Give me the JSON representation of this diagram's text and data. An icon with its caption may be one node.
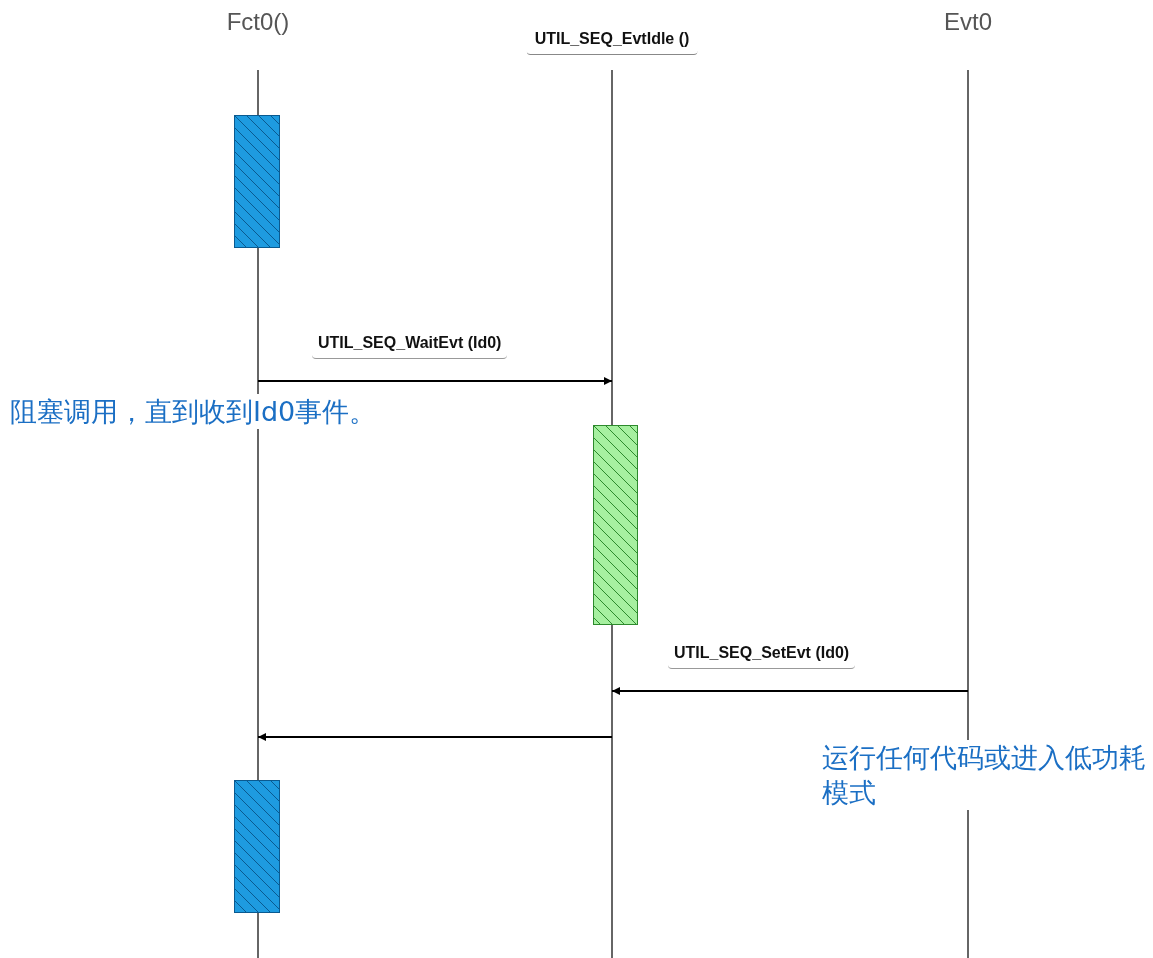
{
  "diagram": {
    "nodes": [
      {
        "text": [
          "Fct0()"
        ]
      },
      {
        "text": [
          "UTIL_SEQ_EvtIdle ()"
        ]
      },
      {
        "text": [
          "Evt0"
        ]
      },
      {
        "text": [],
        "shape": "bar"
      },
      {
        "text": [],
        "shape": "bar"
      },
      {
        "text": [],
        "shape": "bar"
      }
    ],
    "edges": [
      {
        "from": 0,
        "to": 1,
        "arrow": "to",
        "label": "UTIL_SEQ_WaitEvt (Id0)"
      },
      {
        "from": 2,
        "to": 1,
        "arrow": "to",
        "label": "UTIL_SEQ_SetEvt (Id0)"
      },
      {
        "from": 1,
        "to": 0,
        "arrow": "to"
      }
    ],
    "labels": [
      "阻塞调用，直到收到Id0事件。",
      "运行任何代码或进入低功耗模式"
    ]
  }
}
